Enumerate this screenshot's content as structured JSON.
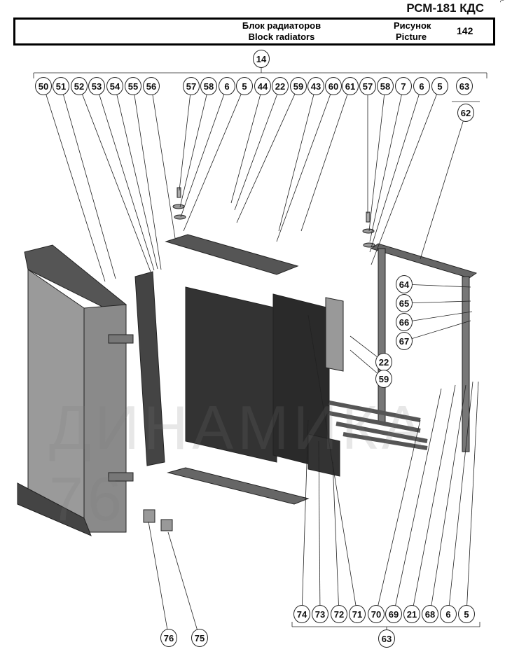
{
  "header": {
    "model": "РСМ-181 КДС",
    "title_ru": "Блок радиаторов",
    "title_en": "Block radiators",
    "picture_label_ru": "Рисунок",
    "picture_label_en": "Picture",
    "picture_number": "142"
  },
  "watermark": "ДИНАМИКА 76",
  "callouts": {
    "group_top": "14",
    "group_top_right": "62",
    "group_bottom": "63",
    "top_row": [
      "50",
      "51",
      "52",
      "53",
      "54",
      "55",
      "56",
      "57",
      "58",
      "6",
      "5",
      "44",
      "22",
      "59",
      "43",
      "60",
      "61",
      "57",
      "58",
      "7",
      "6",
      "5",
      "63"
    ],
    "right_side": [
      "64",
      "65",
      "66",
      "67",
      "22",
      "59"
    ],
    "bottom_row": [
      "74",
      "73",
      "72",
      "71",
      "70",
      "69",
      "21",
      "68",
      "6",
      "5"
    ],
    "bottom_left": [
      "76",
      "75"
    ]
  }
}
